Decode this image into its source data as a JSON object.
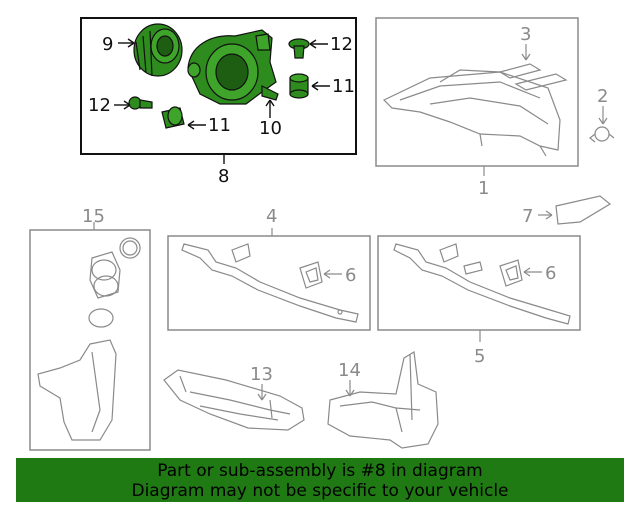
{
  "callouts": {
    "c1": "1",
    "c2": "2",
    "c3": "3",
    "c4": "4",
    "c5": "5",
    "c6a": "6",
    "c6b": "6",
    "c7": "7",
    "c8": "8",
    "c9": "9",
    "c10": "10",
    "c11a": "11",
    "c11b": "11",
    "c12a": "12",
    "c12b": "12",
    "c13": "13",
    "c14": "14",
    "c15": "15"
  },
  "banner": {
    "line1": "Part or sub-assembly is #8 in diagram",
    "line2": "Diagram may not be specific to your vehicle"
  },
  "colors": {
    "highlight_part": "#2e8b1e",
    "banner_bg": "#1f7a14",
    "line_grey": "#8a8a8a",
    "line_dark": "#111111"
  }
}
